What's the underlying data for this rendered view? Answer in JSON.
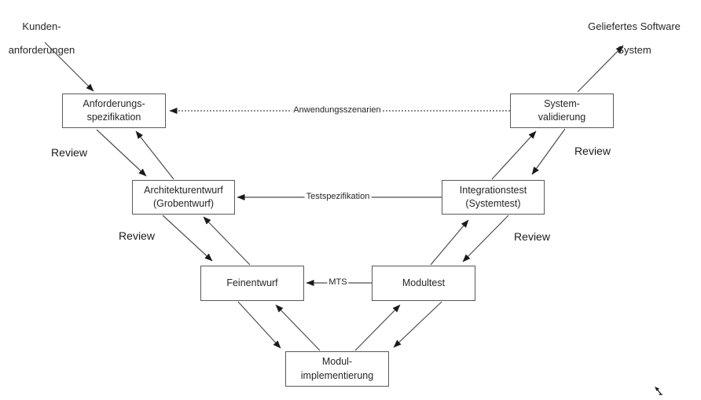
{
  "diagram": {
    "type": "v-model-software-process",
    "external_labels": {
      "customer_requirements": {
        "line1": "Kunden-",
        "line2": "anforderungen"
      },
      "delivered_system": {
        "line1": "Geliefertes Software",
        "line2": "System"
      }
    },
    "nodes": {
      "requirements_spec": {
        "line1": "Anforderungs-",
        "line2": "spezifikation"
      },
      "system_validation": {
        "line1": "System-",
        "line2": "validierung"
      },
      "architecture_design": {
        "line1": "Architekturentwurf",
        "line2": "(Grobentwurf)"
      },
      "integration_test": {
        "line1": "Integrationstest",
        "line2": "(Systemtest)"
      },
      "detailed_design": {
        "line1": "Feinentwurf"
      },
      "module_test": {
        "line1": "Modultest"
      },
      "module_implementation": {
        "line1": "Modul-",
        "line2": "implementierung"
      }
    },
    "connector_labels": {
      "application_scenarios": "Anwendungsszenarien",
      "test_specification": "Testspezifikation",
      "module_test_spec": "MTS"
    },
    "review_label": "Review",
    "colors": {
      "background": "#ffffff",
      "box_border": "#595959",
      "line": "#4d4d4d",
      "arrowhead": "#1a1a1a",
      "text": "#262626"
    }
  }
}
